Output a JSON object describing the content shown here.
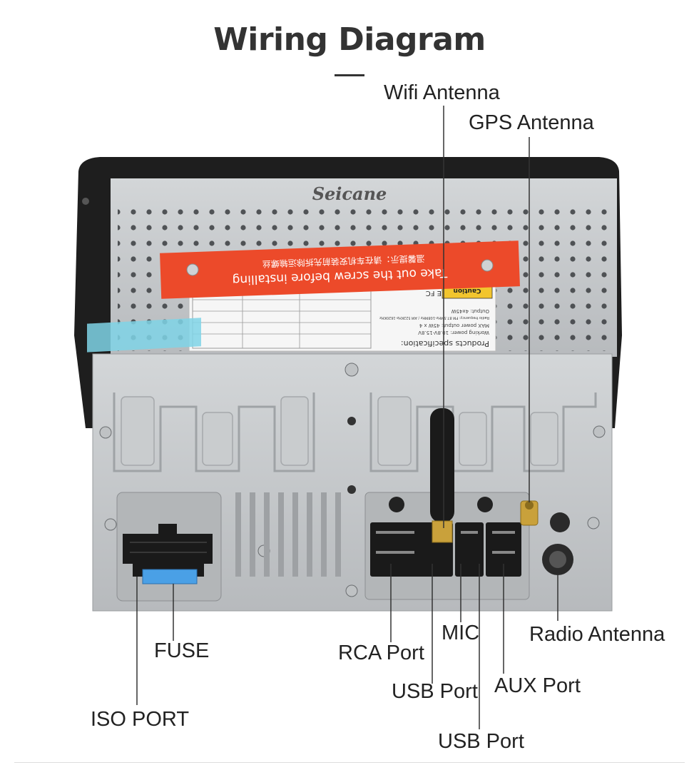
{
  "title": "Wiring Diagram",
  "brand": "Seicane",
  "sticker": {
    "warning_text": "Take out the screw before installing",
    "warning_text_cn": "温馨提示：请在车机安装前先拆除运输螺丝",
    "spec_title": "Products specification:",
    "spec_lines": [
      "Working power: 10.8V-15.8V",
      "MAX power output: 45W x 4",
      "Radio frequency: FM 87.5MHz-108MHz / AM 522KHz-1620KHz",
      "Output: 4x45W"
    ],
    "caution": "Caution",
    "marks": "CE FC"
  },
  "labels": {
    "wifi_antenna": "Wifi Antenna",
    "gps_antenna": "GPS Antenna",
    "fuse": "FUSE",
    "iso_port": "ISO PORT",
    "rca_port": "RCA Port",
    "usb_port_1": "USB Port",
    "mic": "MIC",
    "usb_port_2": "USB Port",
    "aux_port": "AUX Port",
    "radio_antenna": "Radio Antenna"
  },
  "colors": {
    "chassis": "#c3c6c8",
    "sticker_red": "#ec4a2a",
    "fuse_blue": "#4aa0e6",
    "bezel": "#1e1e1e"
  }
}
